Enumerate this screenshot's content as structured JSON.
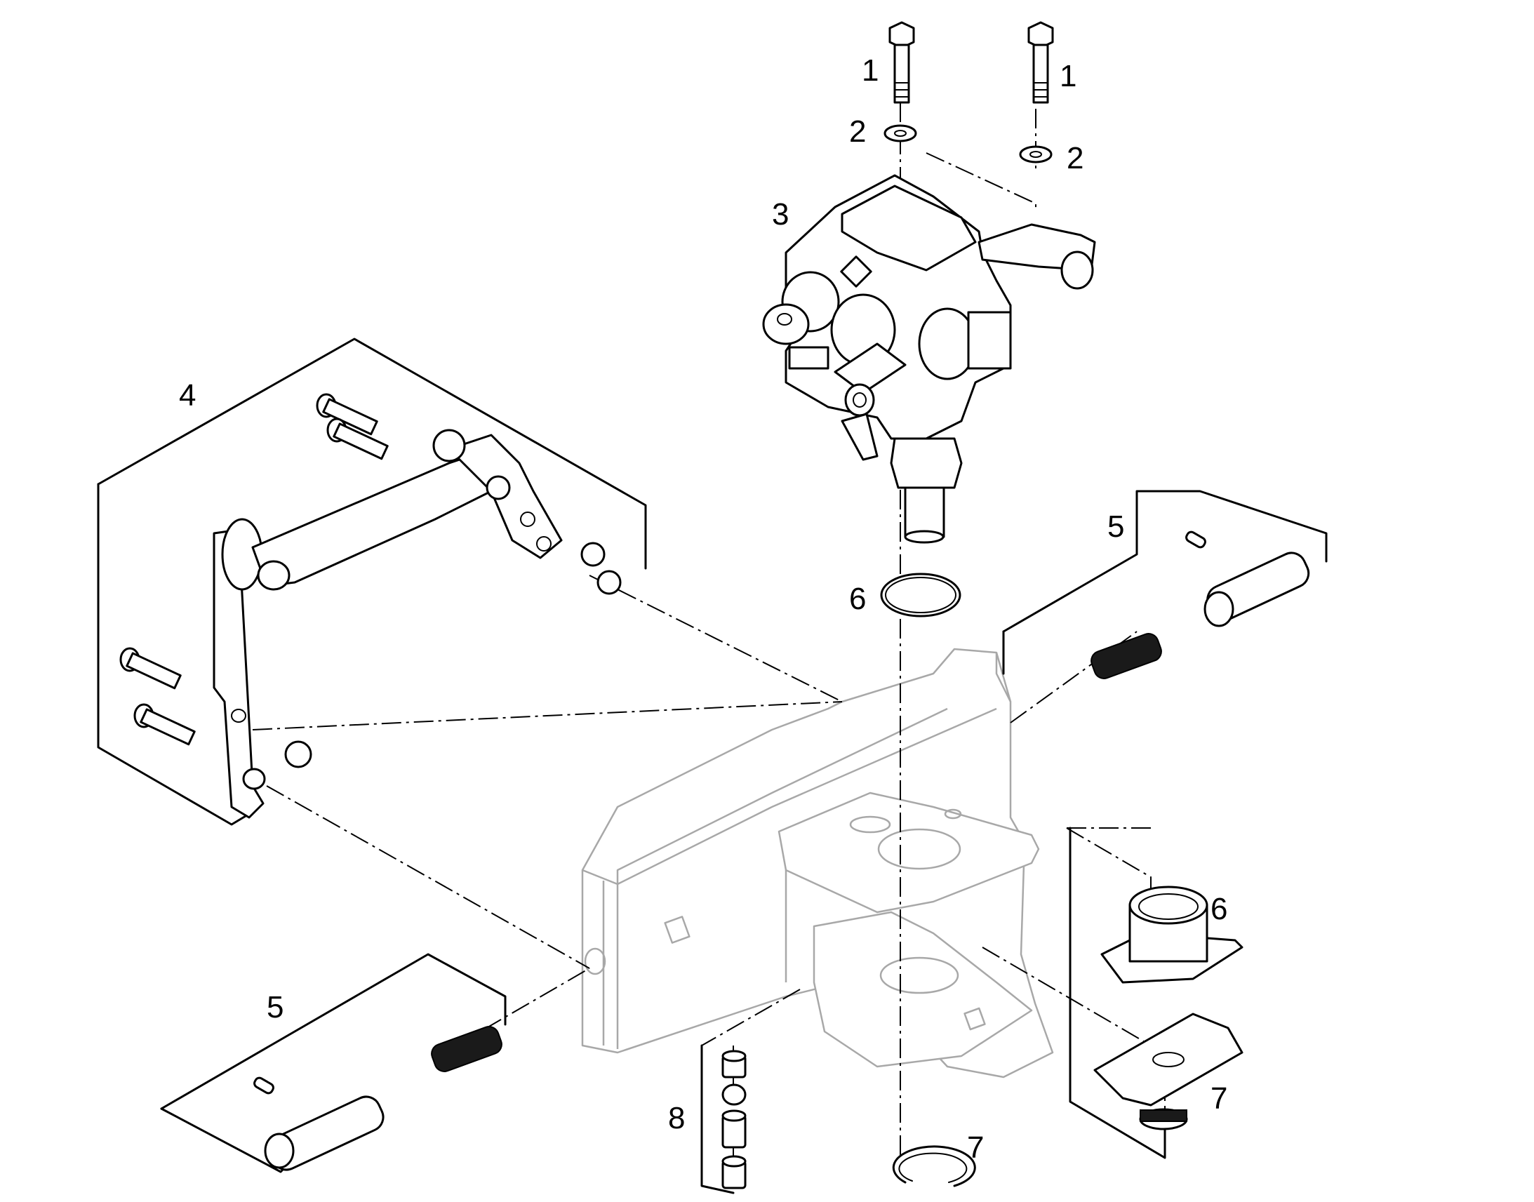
{
  "callouts": {
    "bolt_left": "1",
    "bolt_right": "1",
    "washer_left": "2",
    "washer_right": "2",
    "coupling_head": "3",
    "lever_assembly": "4",
    "pin_right": "5",
    "pin_left": "5",
    "ring_top": "6",
    "bushing_right": "6",
    "circlip_bottom": "7",
    "insert_right": "7",
    "spacer_stack": "8"
  }
}
